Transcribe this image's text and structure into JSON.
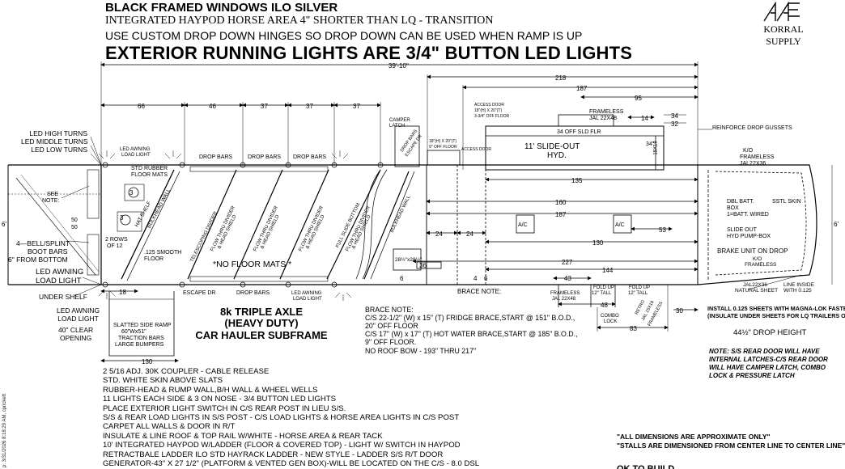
{
  "header": {
    "line1": "BLACK FRAMED WINDOWS ILO SILVER",
    "line2": "INTEGRATED HAYPOD HORSE AREA 4\" SHORTER THAN LQ - TRANSITION",
    "line3": "USE CUSTOM DROP DOWN HINGES SO DROP DOWN CAN BE USED WHEN RAMP IS UP",
    "line4": "EXTERIOR RUNNING LIGHTS ARE 3/4\" BUTTON LED LIGHTS"
  },
  "logo": {
    "line1": "KORRAL",
    "line2": "SUPPLY"
  },
  "dimensions": {
    "overall": "39'-10\"",
    "d218": "218",
    "d187": "187",
    "d95": "95",
    "d66": "66",
    "d46": "46",
    "d37a": "37",
    "d37b": "37",
    "d37c": "37",
    "d135": "135",
    "d160": "160",
    "d187b": "187",
    "d130": "130",
    "d227": "227",
    "d144": "144",
    "d36": "36",
    "d24a": "24",
    "d24b": "24",
    "d18": "18",
    "d43": "43",
    "d48": "48",
    "d30": "30",
    "d83": "83",
    "d6a": "6",
    "d6b": "6",
    "d4": "4",
    "d130b": "130",
    "d34": "34",
    "d32": "32",
    "d14": "14",
    "d53": "53",
    "d6left": "6'",
    "d6right": "6'"
  },
  "labels": {
    "led_turns": [
      "LED HIGH TURNS",
      "LED MIDDLE TURNS",
      "LED LOW TURNS"
    ],
    "led_awning_load": [
      "LED AWNING",
      "LOAD LIGHT"
    ],
    "see_note": [
      "SEE",
      "NOTE:"
    ],
    "fifty": [
      "50",
      "50"
    ],
    "bell_splint": [
      "4—BELL/SPLINT",
      "BOOT BARS",
      "6\" FROM BOTTOM"
    ],
    "led_awning_left": [
      "LED AWNING",
      "LOAD LIGHT"
    ],
    "under_shelf": "UNDER SHELF",
    "led_awning_low": [
      "LED AWNING",
      "LOAD LIGHT"
    ],
    "clear_opening": [
      "40\" CLEAR",
      "OPENING"
    ],
    "std_rubber": [
      "STD RUBBER",
      "FLOOR MATS"
    ],
    "two_rows": [
      "2 ROWS",
      "OF 12"
    ],
    "smooth_floor": [
      ".125 SMOOTH",
      "FLOOR"
    ],
    "no_floor_mats": "*NO FLOOR MATS *",
    "drop_bars": "DROP BARS",
    "escape_dr": "ESCAPE DR",
    "slatted_ramp": [
      "SLATTED SIDE RAMP",
      "60\"Wx51\"",
      "TRACTION BARS",
      "LARGE BUMPERS"
    ],
    "led_load_light": [
      "LED AWNING",
      "LOAD LIGHT"
    ],
    "led_load_light2": [
      "LED AWNING",
      "LOAD LIGHT"
    ],
    "camper_latch": [
      "CAMPER",
      "LATCH"
    ],
    "access_door": [
      "ACCESS DOOR",
      "18\"(H) X 20\"(T)",
      "3-3/4\" OFF FLOOR"
    ],
    "access_door2": [
      "ACCESS DOOR",
      "18\"(H) X 20\"(T)",
      "9\" OFF FLOOR"
    ],
    "frameless": [
      "FRAMELESS",
      "JAL 22X48"
    ],
    "slide_flr": "34 OFF SLD FLR",
    "slideout": [
      "11' SLIDE-OUT",
      "HYD."
    ],
    "slide_34": "34\"",
    "slide_15": "15X18",
    "reinforce": "REINFORCE DROP GUSSETS",
    "ko1": [
      "K/O",
      "FRAMELESS",
      "JAL22X36"
    ],
    "dbl_batt": [
      "DBL BATT.",
      "BOX",
      "1=BATT. WIRED"
    ],
    "sstl_skin": "SSTL SKIN",
    "slide_out_pump": [
      "SLIDE OUT",
      "HYD PUMP-BOX"
    ],
    "brake_unit": "BRAKE UNIT ON DROP",
    "ac1": "A/C",
    "ac2": "A/C",
    "box28": "28½\"x28½\"",
    "brace_note_small": "BRACE NOTE:",
    "frameless_lower": [
      "FRAMELESS",
      "JAL 22X48"
    ],
    "fold_up1": [
      "FOLD UP",
      "12\" TALL"
    ],
    "fold_up2": [
      "FOLD UP",
      "12\" TALL"
    ],
    "combo_lock": [
      "COMBO",
      "LOCK"
    ],
    "retro_jal": [
      "RETRO",
      "JAL 15X18",
      "FRAMELESS"
    ],
    "jal22x36": [
      "JAL22X36",
      "NATURAL SHEET"
    ],
    "line_inside": [
      "LINE INSIDE",
      "WITH 0.125"
    ],
    "ko2": [
      "K/O",
      "FRAMELESS"
    ],
    "tele_divider": "TELESCOPING DIVIDER",
    "bulkhead_left": [
      "HAT SHELF",
      "BULKHEAD WALL"
    ],
    "bulkhead_right": "BULKHEAD WALL",
    "flow_thru": [
      "FLOW THRU DIVIDER",
      "& HEAD SHIELD"
    ],
    "full_flow": [
      "FULL SLIDE BOTTOM",
      "FLOW THRU DIVIDER",
      "& HEAD SHIELD"
    ],
    "drop_bars_escape": [
      "DROP BARS",
      "ESCAPE DR"
    ]
  },
  "subframe": [
    "8k TRIPLE AXLE",
    "(HEAVY DUTY)",
    "CAR HAULER SUBFRAME"
  ],
  "brace": {
    "title": "BRACE NOTE:",
    "lines": [
      "C/S  22-1/2\" (W) x 15\" (T) FRIDGE BRACE,START @ 151\" B.O.D.,",
      "       20\" OFF FLOOR",
      "C/S  17\" (W) x 17\" (T) HOT WATER BRACE,START @ 185\" B.O.D.,",
      "       9\" OFF FLOOR.",
      "NO ROOF BOW - 193\" THRU 217\""
    ]
  },
  "right_notes": {
    "install": [
      "INSTALL 0.125 SHEETS WITH MAGNA-LOK FASTENERS",
      "(INSULATE UNDER SHEETS FOR LQ TRAILERS ONLY)"
    ],
    "drop_height": "44½\" DROP HEIGHT",
    "rear_door": [
      "NOTE: S/S REAR DOOR WILL HAVE",
      "INTERNAL LATCHES-C/S REAR DOOR",
      "WILL HAVE CAMPER LATCH, COMBO",
      "LOCK & PRESSURE LATCH"
    ]
  },
  "specs": [
    "2 5/16 ADJ. 30K COUPLER - CABLE RELEASE",
    "STD. WHITE SKIN ABOVE SLATS",
    "RUBBER-HEAD & RUMP WALL,B/H WALL & WHEEL WELLS",
    "11 LIGHTS EACH SIDE & 3 ON NOSE - 3/4 BUTTON LED LIGHTS",
    "PLACE EXTERIOR LIGHT SWITCH IN C/S REAR POST IN LIEU S/S.",
    "    S/S & REAR LOAD LIGHTS IN S/S POST - C/S LOAD LIGHTS & HORSE AREA LIGHTS IN C/S POST",
    "CARPET ALL WALLS & DOOR IN R/T",
    "INSULATE & LINE ROOF & TOP RAIL W/WHITE - HORSE AREA & REAR TACK",
    "10' INTEGRATED HAYPOD W/LADDER (FLOOR & COVERED TOP) - LIGHT W/ SWITCH IN HAYPOD",
    "RETRACTBALE LADDER ILO STD HAYRACK LADDER - NEW STYLE - LADDER S/S R/T DOOR",
    "GENERATOR-43\" X 27 1/2\" (PLATFORM & VENTED GEN BOX)-WILL BE LOCATED ON THE C/S - 8.0 DSL"
  ],
  "disclaimers": [
    "\"ALL DIMENSIONS ARE APPROXIMATE ONLY\"",
    "\"STALLS ARE DIMENSIONED FROM CENTER LINE TO CENTER LINE\""
  ],
  "bottom_partial": "OK TO BUILD",
  "side_stamp": "p. 3/31/2026 8:18:29 AM, cprickett"
}
